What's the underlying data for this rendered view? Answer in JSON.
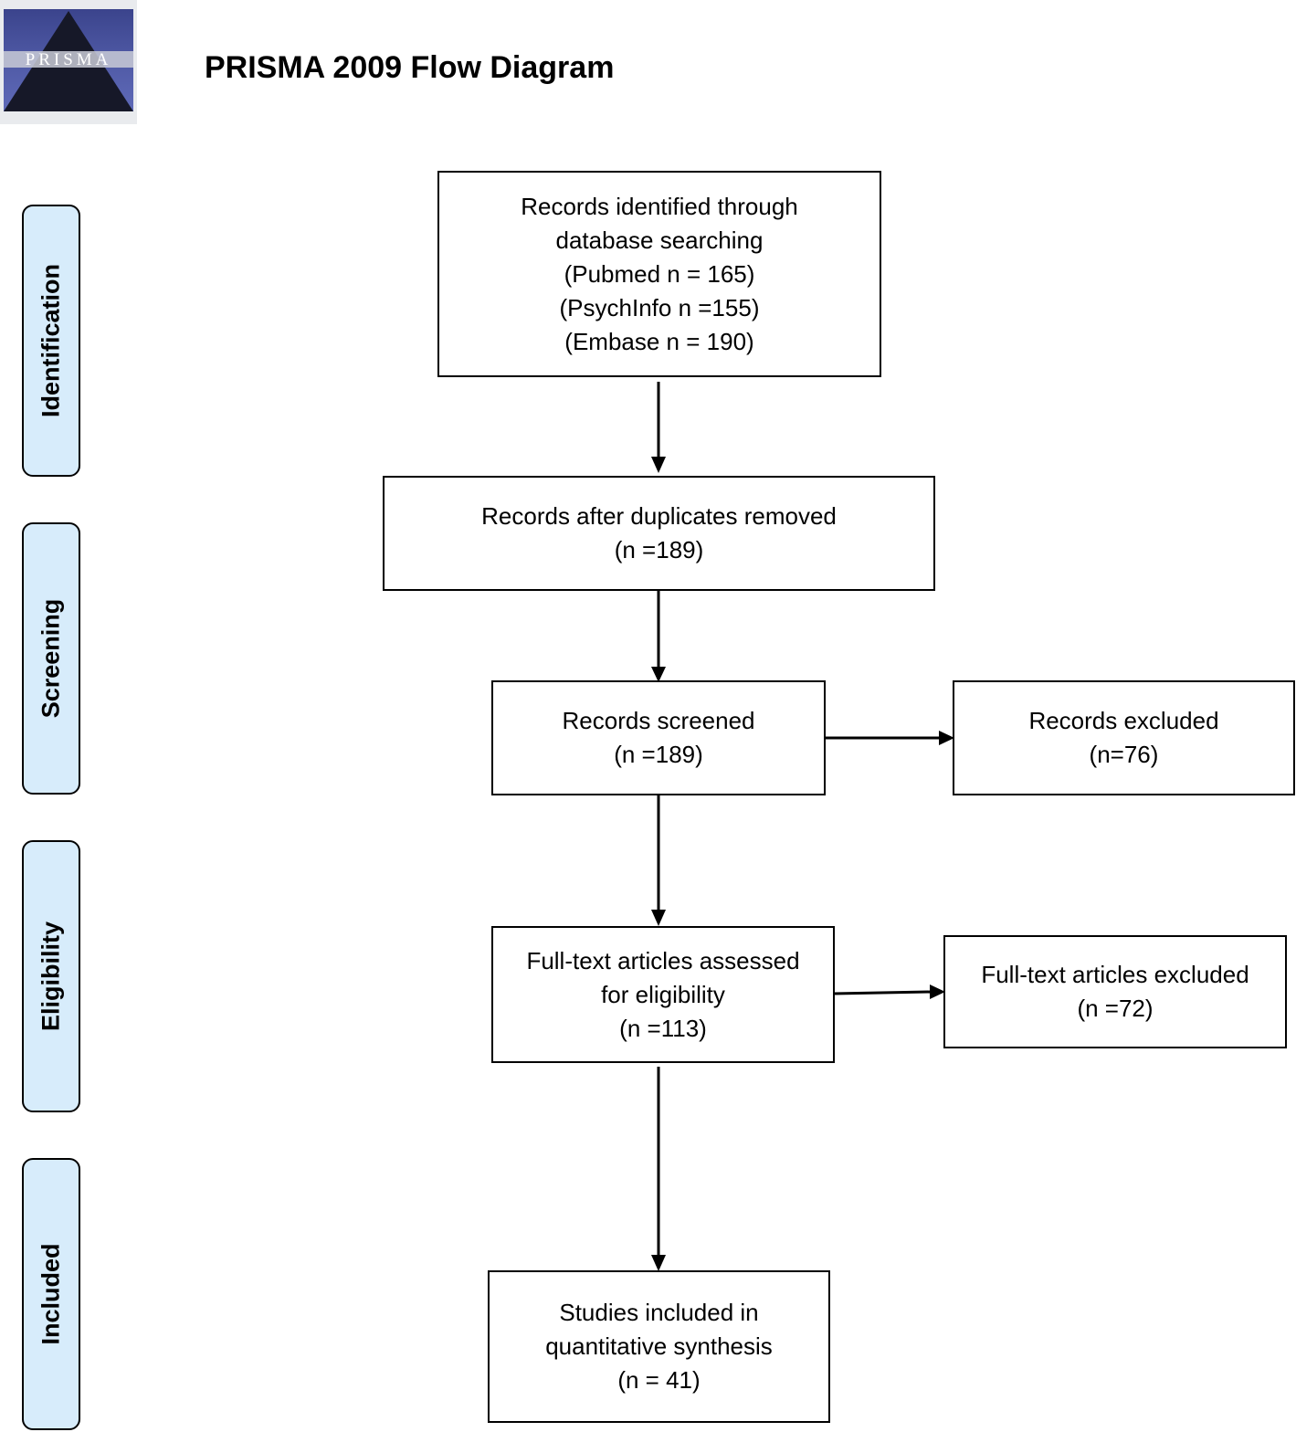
{
  "header": {
    "logo_text": "PRISMA",
    "title": "PRISMA 2009 Flow Diagram"
  },
  "stages": {
    "identification": "Identification",
    "screening": "Screening",
    "eligibility": "Eligibility",
    "included": "Included"
  },
  "boxes": {
    "identified": {
      "line1": "Records identified through",
      "line2": "database searching",
      "line3": "(Pubmed n = 165)",
      "line4": "(PsychInfo n =155)",
      "line5": "(Embase n = 190)"
    },
    "after_duplicates": {
      "line1": "Records after duplicates removed",
      "line2": "(n =189)"
    },
    "screened": {
      "line1": "Records screened",
      "line2": "(n =189)"
    },
    "excluded": {
      "line1": "Records excluded",
      "line2": "(n=76)"
    },
    "assessed": {
      "line1": "Full-text articles assessed",
      "line2": "for eligibility",
      "line3": "(n =113)"
    },
    "fulltext_excluded": {
      "line1": "Full-text articles excluded",
      "line2": "(n =72)"
    },
    "included": {
      "line1": "Studies included in",
      "line2": "quantitative synthesis",
      "line3": "(n = 41)"
    }
  },
  "colors": {
    "stage_fill": "#d7ecfb",
    "logo_blue": "#4b57a8",
    "logo_dark": "#1c1f3a"
  }
}
